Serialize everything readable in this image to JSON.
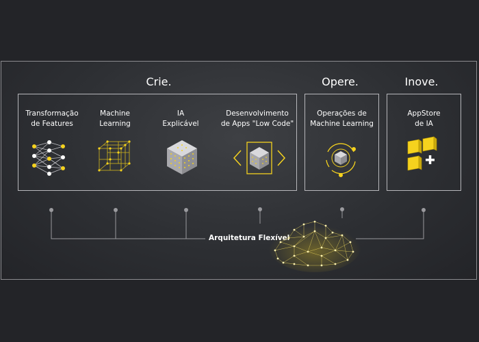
{
  "sections": [
    {
      "title": "Crie."
    },
    {
      "title": "Opere."
    },
    {
      "title": "Inove."
    }
  ],
  "modules": [
    {
      "line1": "Transformação",
      "line2": "de Features",
      "icon": "neural-network-icon"
    },
    {
      "line1": "Machine",
      "line2": "Learning",
      "icon": "wireframe-cube-icon"
    },
    {
      "line1": "IA",
      "line2": "Explicável",
      "icon": "dotted-cube-icon"
    },
    {
      "line1": "Desenvolvimento",
      "line2": "de Apps \"Low Code\"",
      "icon": "cube-code-brackets-icon"
    },
    {
      "line1": "Operações de",
      "line2": "Machine Learning",
      "icon": "cube-orbit-icon"
    },
    {
      "line1": "AppStore",
      "line2": "de IA",
      "icon": "app-blocks-plus-icon"
    }
  ],
  "architecture": {
    "label": "Arquitetura Flexível",
    "icon": "mesh-cloud-icon"
  },
  "colors": {
    "accent": "#f5d21e",
    "background": "#232428",
    "panel": "#36383c",
    "line": "#9a9a9e"
  }
}
